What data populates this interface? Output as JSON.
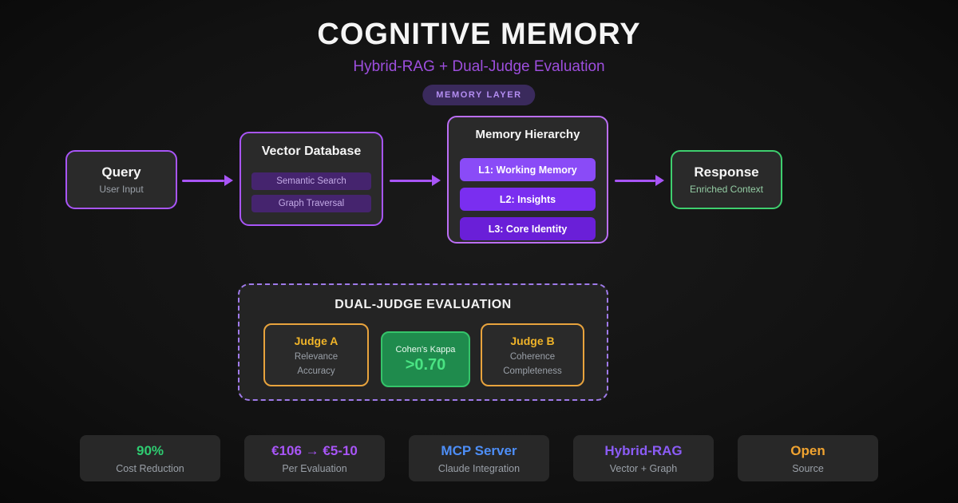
{
  "header": {
    "title": "COGNITIVE MEMORY",
    "subtitle": "Hybrid-RAG + Dual-Judge Evaluation",
    "badge": "MEMORY LAYER"
  },
  "flow": {
    "query": {
      "title": "Query",
      "subtitle": "User Input"
    },
    "vector_database": {
      "title": "Vector Database",
      "pills": [
        {
          "label": "Semantic Search"
        },
        {
          "label": "Graph Traversal"
        }
      ]
    },
    "memory_hierarchy": {
      "title": "Memory Hierarchy",
      "levels": [
        {
          "label": "L1: Working Memory",
          "color": "#8a4bf7"
        },
        {
          "label": "L2: Insights",
          "color": "#7a2ef0"
        },
        {
          "label": "L3: Core Identity",
          "color": "#6a1fd8"
        }
      ]
    },
    "response": {
      "title": "Response",
      "subtitle": "Enriched Context"
    }
  },
  "evaluation": {
    "title": "DUAL-JUDGE EVALUATION",
    "judge_a": {
      "title": "Judge A",
      "lines": [
        "Relevance",
        "Accuracy"
      ]
    },
    "kappa": {
      "label": "Cohen's Kappa",
      "value": ">0.70"
    },
    "judge_b": {
      "title": "Judge B",
      "lines": [
        "Coherence",
        "Completeness"
      ]
    }
  },
  "stats": {
    "items": [
      {
        "value": "90%",
        "label": "Cost Reduction",
        "color": "#2ecc71"
      },
      {
        "value": "€106 → €5-10",
        "label": "Per Evaluation",
        "color": "#a855f7"
      },
      {
        "value": "MCP Server",
        "label": "Claude Integration",
        "color": "#4d8ef7"
      },
      {
        "value": "Hybrid-RAG",
        "label": "Vector + Graph",
        "color": "#8b5cf6"
      },
      {
        "value": "Open",
        "label": "Source",
        "color": "#f0a330"
      }
    ]
  },
  "colors": {
    "background": "#121212",
    "accent_purple": "#a855f7",
    "light_purple_border": "#bb6ef5",
    "subtitle_purple": "#9d4edd",
    "green_border": "#3ecf6e",
    "amber_border": "#e8a33d",
    "kappa_green_bg": "#1f8b4d",
    "kappa_value_green": "#4ae383",
    "dashed_purple": "#9f7aea",
    "muted_text": "#9aa0a8"
  }
}
